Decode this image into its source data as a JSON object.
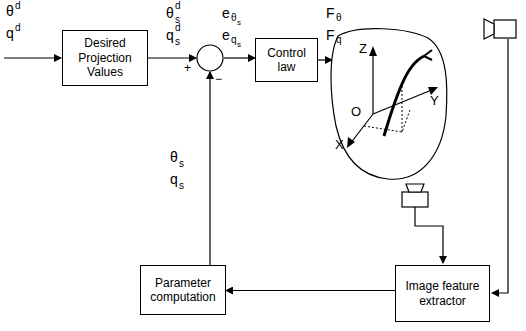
{
  "diagram": {
    "nodes": [
      {
        "text": [
          "Desired Projection Values"
        ]
      },
      {
        "text": [
          "+",
          "−"
        ]
      },
      {
        "text": [
          "Control law"
        ]
      },
      {
        "text": [
          "Z",
          "Y",
          "O",
          "X"
        ]
      },
      {
        "text": [
          "Image feature extractor"
        ]
      },
      {
        "text": [
          "Parameter computation"
        ]
      }
    ],
    "edges": [
      {
        "from": 0,
        "to": 1,
        "arrow": "to"
      },
      {
        "from": 1,
        "to": 2,
        "arrow": "to"
      },
      {
        "from": 2,
        "to": 3,
        "arrow": "to"
      },
      {
        "from": 4,
        "to": 5,
        "arrow": "to"
      },
      {
        "from": 5,
        "to": 1,
        "arrow": "to"
      }
    ],
    "labels": [
      "θ",
      "d",
      "q",
      "d",
      "θ",
      "s",
      "d",
      "q",
      "s",
      "d",
      "e",
      "θ",
      "s",
      "e",
      "q",
      "s",
      "F",
      "θ",
      "F",
      "q",
      "θ",
      "s",
      "q",
      "s"
    ]
  }
}
